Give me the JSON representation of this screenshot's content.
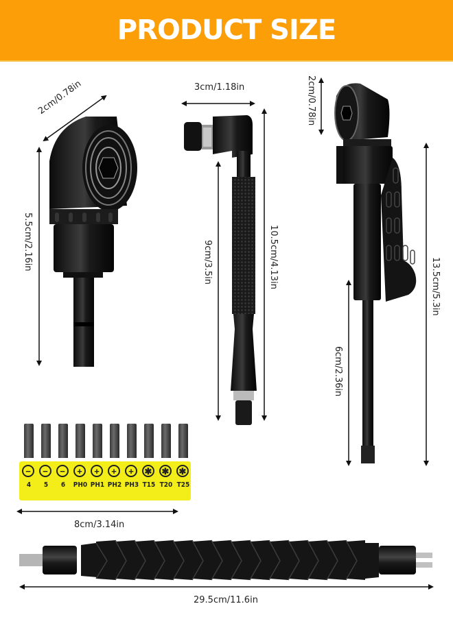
{
  "banner": {
    "title": "PRODUCT SIZE",
    "color": "#fb9e08"
  },
  "products": {
    "angle_adapter": {
      "width_label": "2cm/0.78in",
      "height_label": "5.5cm/2.16in"
    },
    "l_wrench": {
      "width_label": "3cm/1.18in",
      "inner_length_label": "9cm/3.5in",
      "total_length_label": "10.5cm/4.13in"
    },
    "handle_adapter": {
      "head_label": "2cm/0.78in",
      "total_length_label": "13.5cm/5.3in",
      "shank_length_label": "6cm/2.36in"
    },
    "bit_set": {
      "tray_color": "#f3ee1a",
      "width_label": "8cm/3.14in",
      "bits": [
        {
          "label": "4",
          "symbol": "−"
        },
        {
          "label": "5",
          "symbol": "−"
        },
        {
          "label": "6",
          "symbol": "−"
        },
        {
          "label": "PH0",
          "symbol": "+"
        },
        {
          "label": "PH1",
          "symbol": "+"
        },
        {
          "label": "PH2",
          "symbol": "+"
        },
        {
          "label": "PH3",
          "symbol": "+"
        },
        {
          "label": "T15",
          "symbol": "✱"
        },
        {
          "label": "T20",
          "symbol": "✱"
        },
        {
          "label": "T25",
          "symbol": "✱"
        }
      ]
    },
    "flex_shaft": {
      "length_label": "29.5cm/11.6in"
    }
  }
}
